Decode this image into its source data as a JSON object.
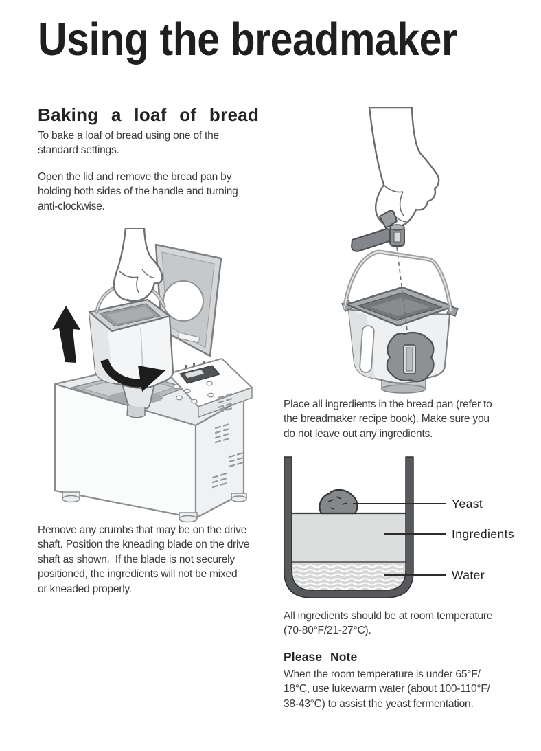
{
  "page": {
    "title": "Using the breadmaker"
  },
  "left_column": {
    "heading": "Baking a loaf of bread",
    "para1": {
      "lines": [
        "To bake a loaf of bread using one of the",
        "standard settings."
      ]
    },
    "para2": {
      "lines": [
        "Open the lid and remove the bread pan by",
        "holding both sides of the handle and turning",
        "anti-clockwise."
      ]
    },
    "illustration_alt": "breadmaker with lid open, hand lifting the bread pan out, upward arrow and anti-clockwise turn arrow",
    "para3": {
      "lines": [
        "Remove any crumbs that may be on the drive",
        "shaft. Position the kneading blade on the drive",
        "shaft as shown.  If the blade is not securely",
        "positioned, the ingredients will not be mixed",
        "or kneaded properly."
      ]
    }
  },
  "right_column": {
    "illustration_alt": "hand lowering the kneading blade onto the drive shaft of the bread pan",
    "para1": {
      "lines": [
        "Place all ingredients in the bread pan (refer to",
        "the breadmaker recipe book). Make sure you",
        "do not leave out any ingredients."
      ]
    },
    "diagram": {
      "labels": {
        "yeast": "Yeast",
        "ingredients": "Ingredients",
        "water": "Water"
      }
    },
    "para2": {
      "lines": [
        "All ingredients should be at room temperature",
        "(70-80°F/21-27°C)."
      ]
    },
    "note": {
      "heading": "Please Note",
      "lines": [
        "When the room temperature is under 65°F/",
        "18°C, use lukewarm water (about 100-110°F/",
        "38-43°C) to assist the yeast fermentation."
      ]
    }
  },
  "colors": {
    "title_text": "#201e1f",
    "body_text": "#3b3b3b",
    "arrow_black": "#1d1d1d",
    "diagram_wall": "#57595c",
    "ingredients_fill": "#dcdddd",
    "water_fill": "#d6d7d7"
  }
}
